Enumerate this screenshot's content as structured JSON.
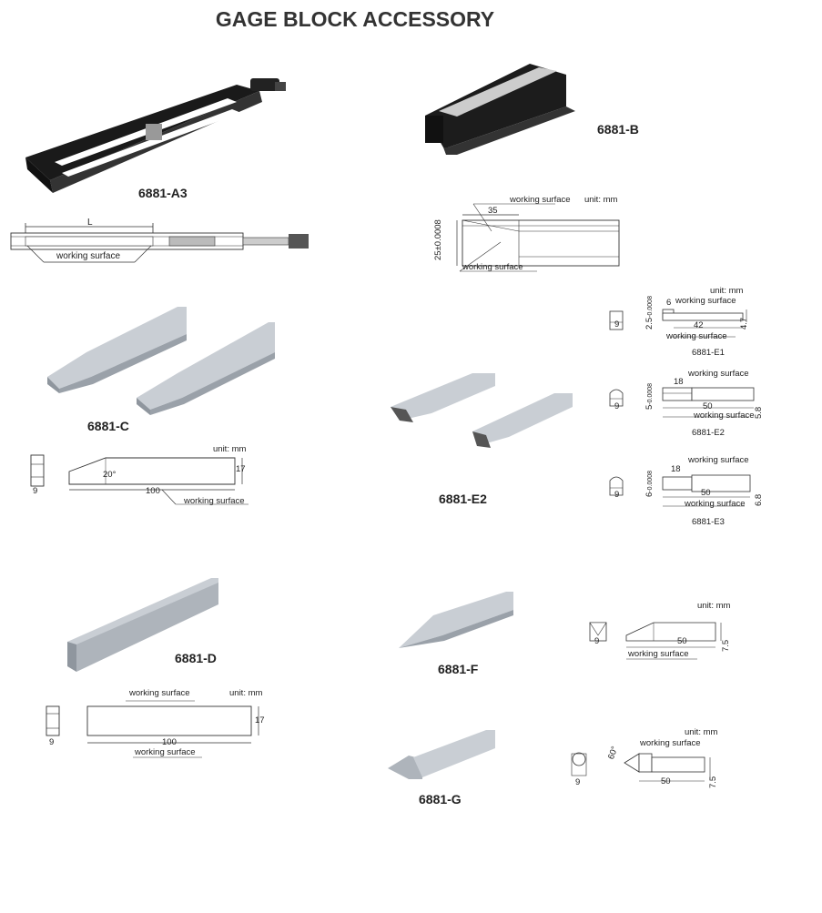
{
  "title": "GAGE BLOCK ACCESSORY",
  "labels": {
    "working_surface": "working surface",
    "unit": "unit: mm"
  },
  "a3": {
    "model": "6881-A3",
    "dim_L": "L"
  },
  "b": {
    "model": "6881-B",
    "dim_35": "35",
    "dim_height": "25±0.0008"
  },
  "c": {
    "model": "6881-C",
    "dim_9": "9",
    "dim_20": "20°",
    "dim_17": "17",
    "dim_100": "100"
  },
  "e": {
    "model": "6881-E2",
    "e1": {
      "name": "6881-E1",
      "w": "9",
      "a": "6",
      "b": "42",
      "h": "2.5",
      "tol": "-0.0008",
      "tol2": "0",
      "r": "4.7"
    },
    "e2": {
      "name": "6881-E2",
      "w": "9",
      "a": "18",
      "b": "50",
      "h": "5",
      "tol": "-0.0008",
      "tol2": "0",
      "r": "5.8"
    },
    "e3": {
      "name": "6881-E3",
      "w": "9",
      "a": "18",
      "b": "50",
      "h": "6",
      "tol": "-0.0008",
      "tol2": "0",
      "r": "6.8"
    }
  },
  "d": {
    "model": "6881-D",
    "dim_9": "9",
    "dim_17": "17",
    "dim_100": "100"
  },
  "f": {
    "model": "6881-F",
    "dim_9": "9",
    "dim_50": "50",
    "dim_75": "7.5"
  },
  "g": {
    "model": "6881-G",
    "dim_9": "9",
    "dim_60": "60°",
    "dim_50": "50",
    "dim_75": "7.5"
  }
}
